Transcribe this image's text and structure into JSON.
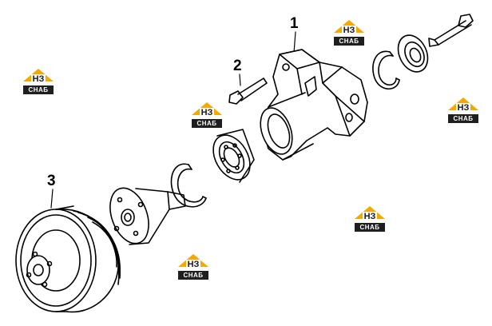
{
  "callouts": [
    {
      "label": "1"
    },
    {
      "label": "2"
    },
    {
      "label": "3"
    }
  ],
  "watermark": {
    "mark": "НЗ",
    "name": "СНАБ",
    "colors": {
      "roof": "#f5a800",
      "band": "#1f1f1f",
      "text": "#ffffff"
    }
  },
  "colors": {
    "line": "#000000",
    "background": "#ffffff"
  }
}
